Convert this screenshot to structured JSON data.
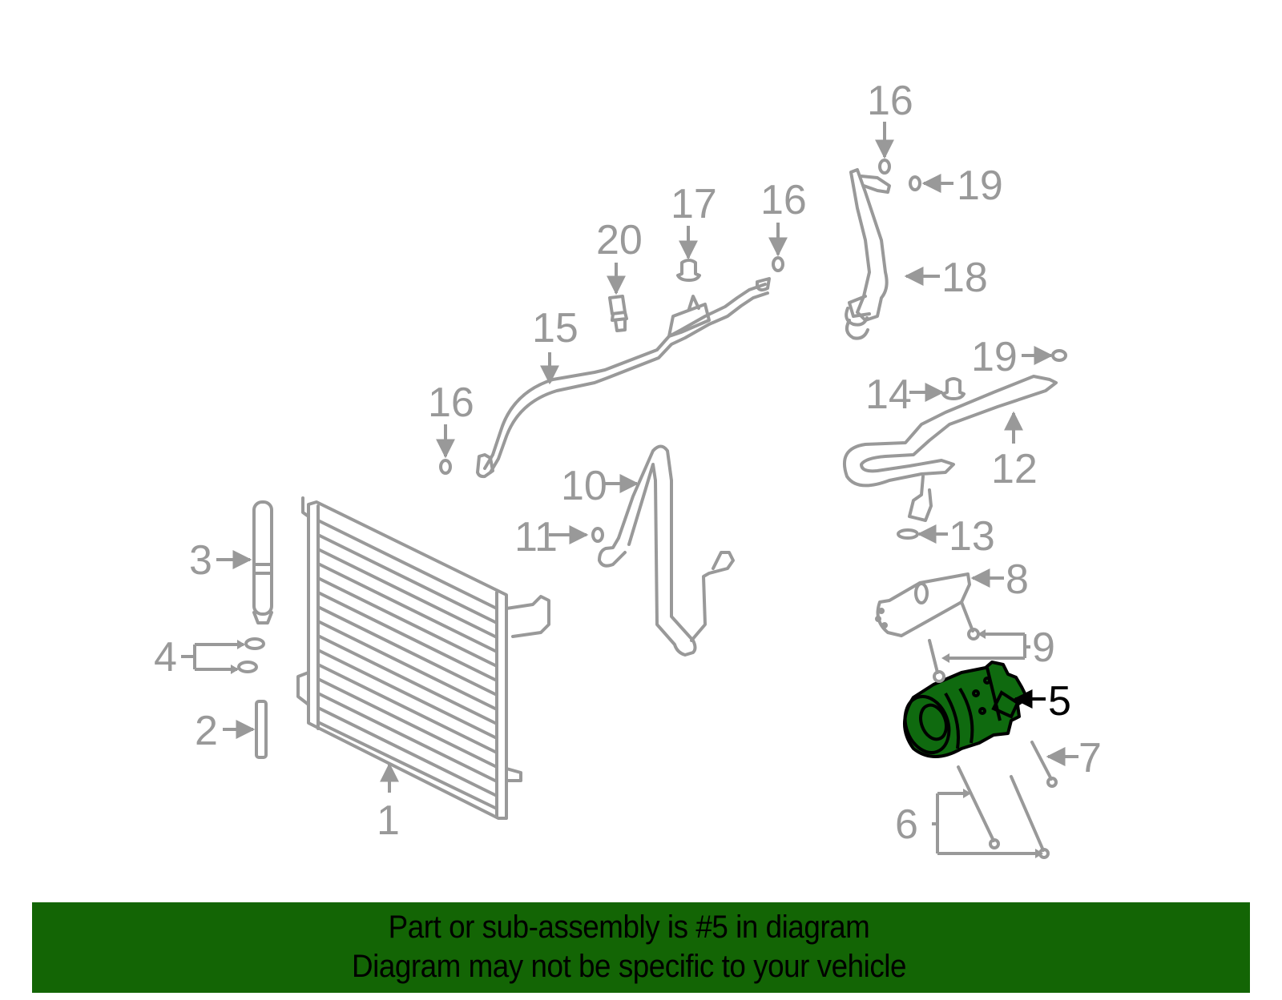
{
  "diagram": {
    "highlighted_part": "5",
    "highlight_color": "#0f6a0f",
    "line_color": "#999999",
    "callouts": [
      {
        "id": "c1",
        "label": "1"
      },
      {
        "id": "c2",
        "label": "2"
      },
      {
        "id": "c3",
        "label": "3"
      },
      {
        "id": "c4",
        "label": "4"
      },
      {
        "id": "c5",
        "label": "5"
      },
      {
        "id": "c6",
        "label": "6"
      },
      {
        "id": "c7",
        "label": "7"
      },
      {
        "id": "c8",
        "label": "8"
      },
      {
        "id": "c9",
        "label": "9"
      },
      {
        "id": "c10",
        "label": "10"
      },
      {
        "id": "c11",
        "label": "11"
      },
      {
        "id": "c12",
        "label": "12"
      },
      {
        "id": "c13",
        "label": "13"
      },
      {
        "id": "c14",
        "label": "14"
      },
      {
        "id": "c15",
        "label": "15"
      },
      {
        "id": "c16a",
        "label": "16"
      },
      {
        "id": "c16b",
        "label": "16"
      },
      {
        "id": "c16c",
        "label": "16"
      },
      {
        "id": "c17",
        "label": "17"
      },
      {
        "id": "c18",
        "label": "18"
      },
      {
        "id": "c19a",
        "label": "19"
      },
      {
        "id": "c19b",
        "label": "19"
      },
      {
        "id": "c20",
        "label": "20"
      }
    ]
  },
  "banner": {
    "background": "#136505",
    "line1": "Part or sub-assembly is #5 in diagram",
    "line2": "Diagram may not be specific to your vehicle"
  }
}
